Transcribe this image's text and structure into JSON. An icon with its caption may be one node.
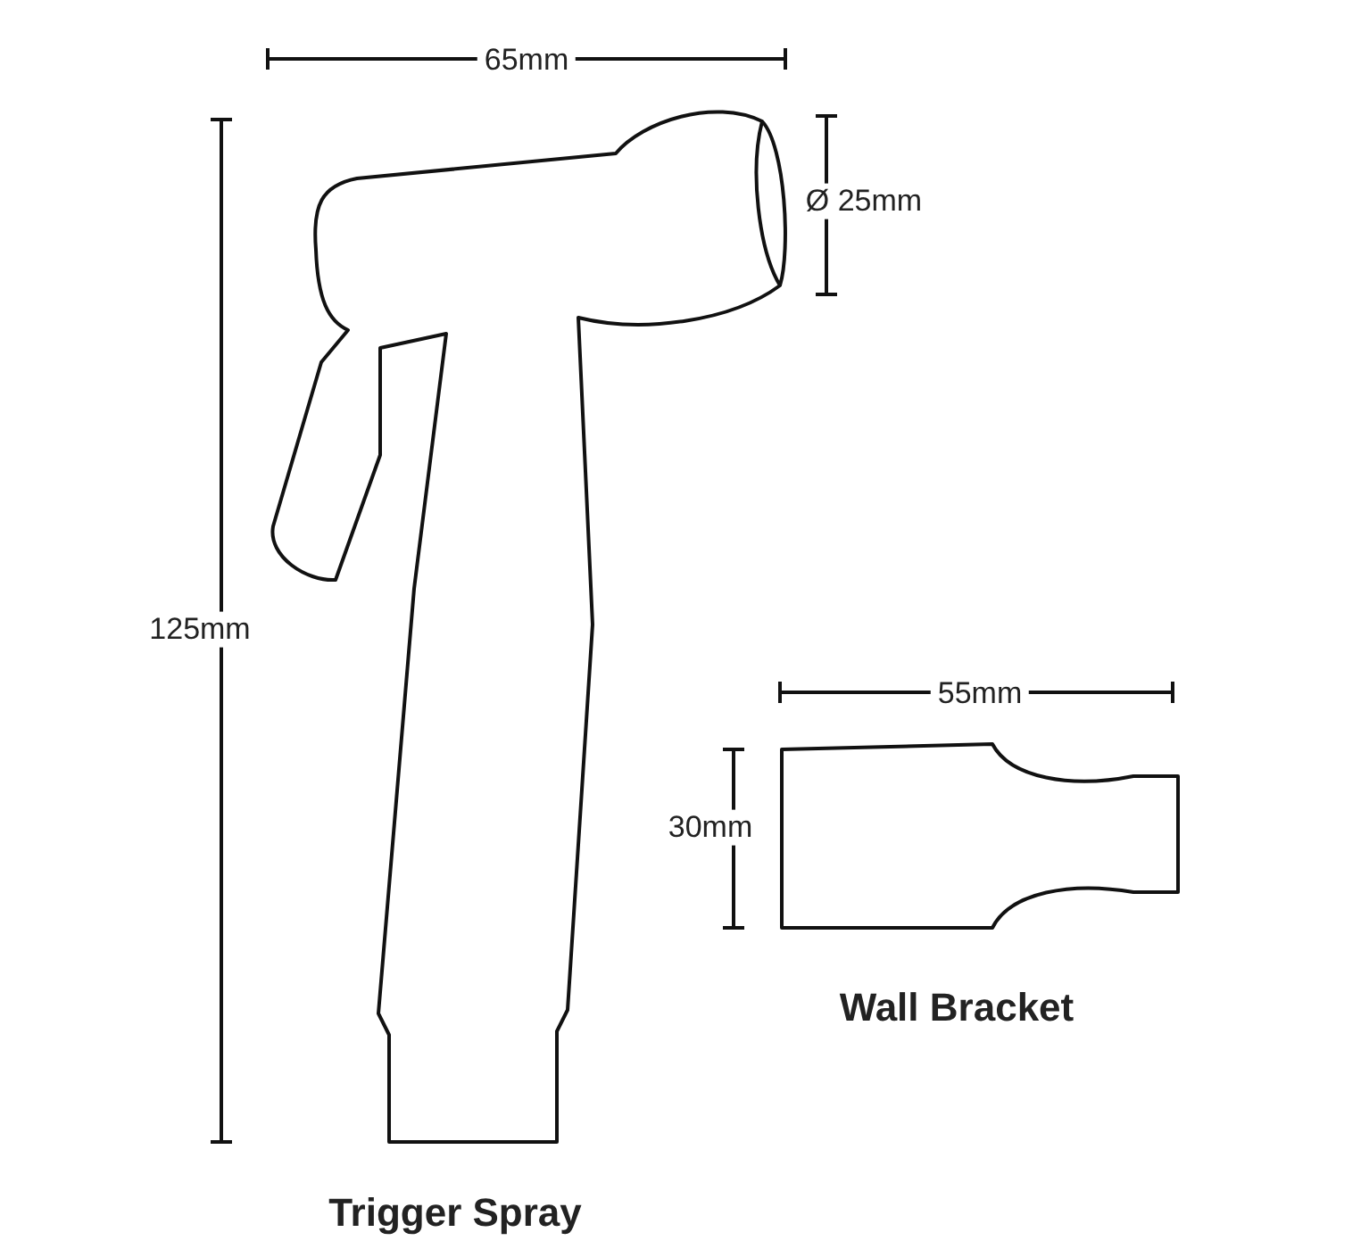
{
  "diagram": {
    "labels": [
      "65mm",
      "Ø 25mm",
      "125mm",
      "55mm",
      "30mm",
      "Wall Bracket",
      "Trigger Spray"
    ]
  }
}
